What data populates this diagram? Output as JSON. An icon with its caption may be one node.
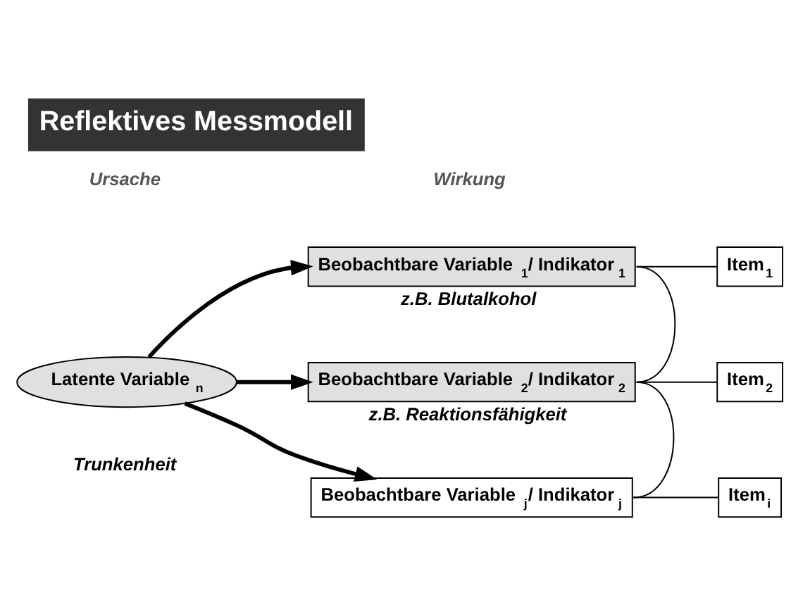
{
  "diagram": {
    "title": "Reflektives Messmodell",
    "nodes": [
      {
        "text": [
          "Latente Variable$_{n}$"
        ],
        "beside": [
          "Trunkenheit"
        ]
      },
      {
        "text": [
          "Beobachtbare Variable$_{1}$/ Indikator$_{1}$"
        ],
        "beside": [
          "z.B. Blutalkohol"
        ]
      },
      {
        "text": [
          "Beobachtbare Variable$_{2}$/ Indikator$_{2}$"
        ],
        "beside": [
          "z.B. Reaktionsfähigkeit"
        ]
      },
      {
        "text": [
          "Beobachtbare Variable$_{j}$/ Indikator$_{j}$"
        ]
      },
      {
        "text": [
          "Item$_{1}$"
        ]
      },
      {
        "text": [
          "Item$_{2}$"
        ]
      },
      {
        "text": [
          "Item$_{i}$"
        ]
      }
    ],
    "edges": [
      {
        "from": 0,
        "to": 1,
        "arrow": "to",
        "style": "thick"
      },
      {
        "from": 0,
        "to": 2,
        "arrow": "to",
        "style": "thick"
      },
      {
        "from": 0,
        "to": 3,
        "arrow": "to",
        "style": "thick"
      },
      {
        "from": 1,
        "to": 4,
        "arrow": "none"
      },
      {
        "from": 2,
        "to": 5,
        "arrow": "none"
      },
      {
        "from": 3,
        "to": 6,
        "arrow": "none"
      },
      {
        "from": 1,
        "to": 2,
        "arrow": "none"
      },
      {
        "from": 2,
        "to": 3,
        "arrow": "none"
      }
    ],
    "labels": [
      "Ursache",
      "Wirkung"
    ]
  }
}
